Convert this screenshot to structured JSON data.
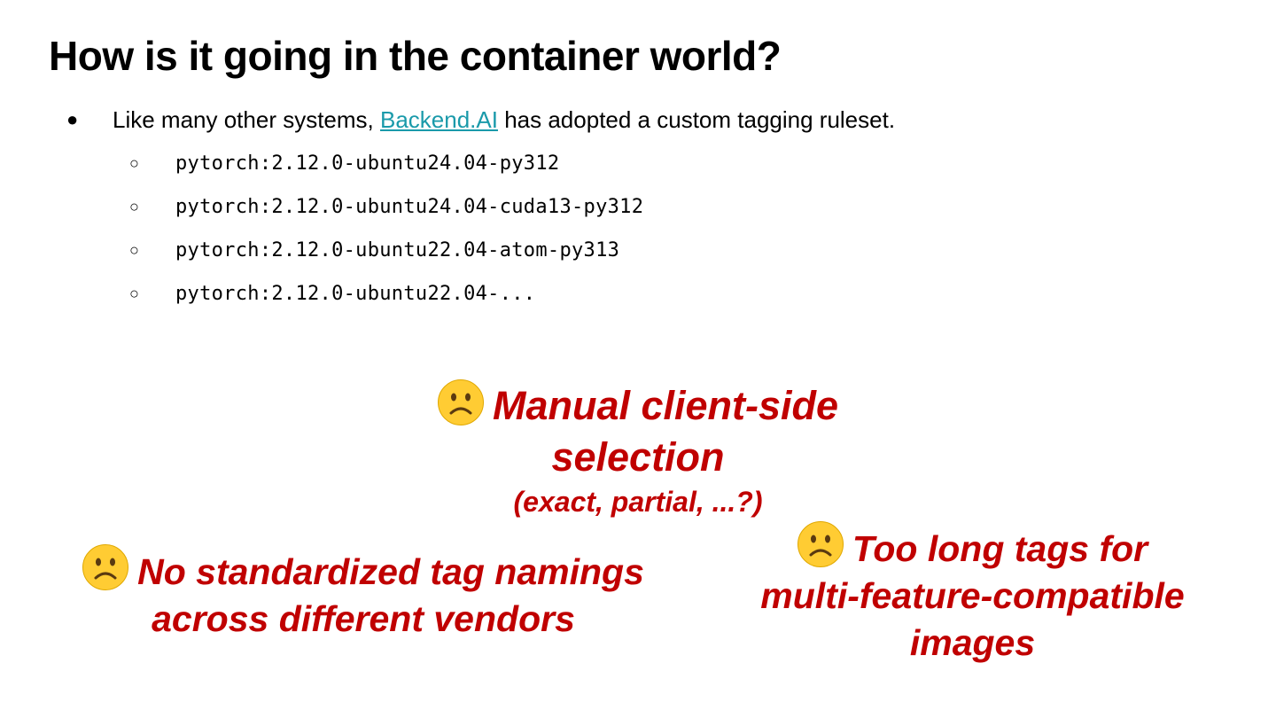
{
  "slide": {
    "title": "How is it going in the container world?",
    "bullet": {
      "marker": "●",
      "text_before": "Like many other systems, ",
      "link_text": "Backend.AI",
      "text_after": " has adopted a custom tagging ruleset."
    },
    "sub_marker": "○",
    "tags": [
      "pytorch:2.12.0-ubuntu24.04-py312",
      "pytorch:2.12.0-ubuntu24.04-cuda13-py312",
      "pytorch:2.12.0-ubuntu22.04-atom-py313",
      "pytorch:2.12.0-ubuntu22.04-..."
    ],
    "callouts": {
      "manual_selection": {
        "icon": "frowning-face-icon",
        "line1": "Manual client-side",
        "line2": "selection",
        "line3": "(exact, partial, ...?)"
      },
      "standardized_naming": {
        "icon": "frowning-face-icon",
        "line1": "No standardized tag namings",
        "line2": "across different vendors"
      },
      "long_tags": {
        "icon": "frowning-face-icon",
        "line1": "Too long tags for",
        "line2": "multi-feature-compatible",
        "line3": "images"
      }
    },
    "colors": {
      "callout_text": "#c00000",
      "link": "#1a9aaa",
      "emoji_face": "#ffcc33"
    }
  }
}
